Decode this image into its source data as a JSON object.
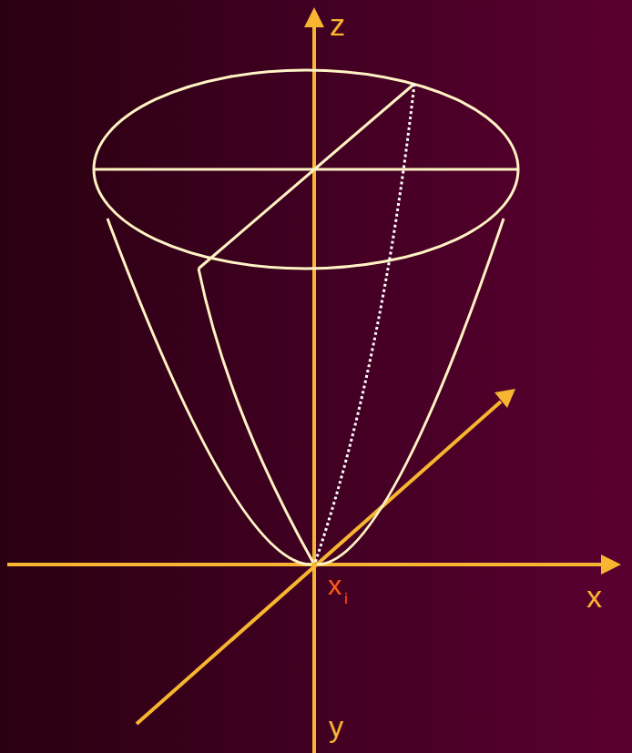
{
  "diagram": {
    "labels": [
      "z",
      "x",
      "i",
      "x",
      "y"
    ]
  }
}
